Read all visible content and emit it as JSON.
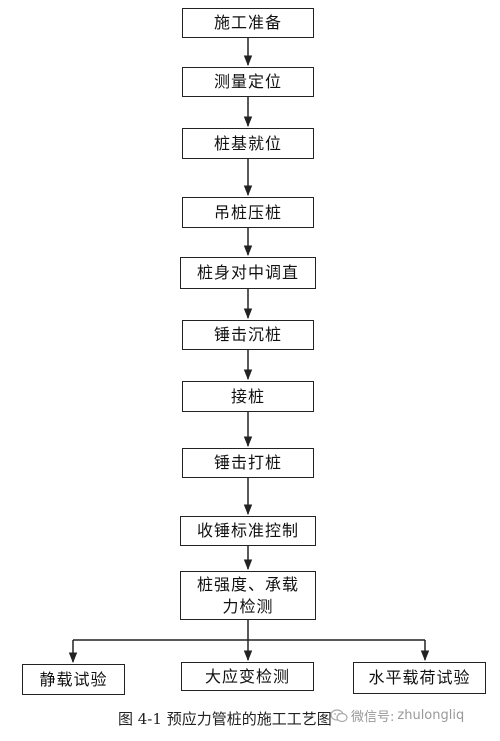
{
  "flow_steps": [
    "施工准备",
    "测量定位",
    "桩基就位",
    "吊桩压桩",
    "桩身对中调直",
    "锤击沉桩",
    "接桩",
    "锤击打桩",
    "收锤标准控制",
    "桩强度、承载力检测"
  ],
  "strength_box": {
    "line1": "桩强度、承载",
    "line2": "力检测"
  },
  "test_methods": [
    "静载试验",
    "大应变检测",
    "水平载荷试验"
  ],
  "caption": "图 4-1 预应力管桩的施工工艺图",
  "watermark": {
    "label": "微信号:",
    "id": "zhulongliq"
  },
  "icons": {
    "watermark": "wechat-icon"
  },
  "colors": {
    "line": "#222222",
    "text": "#111111",
    "watermark": "#999999"
  }
}
